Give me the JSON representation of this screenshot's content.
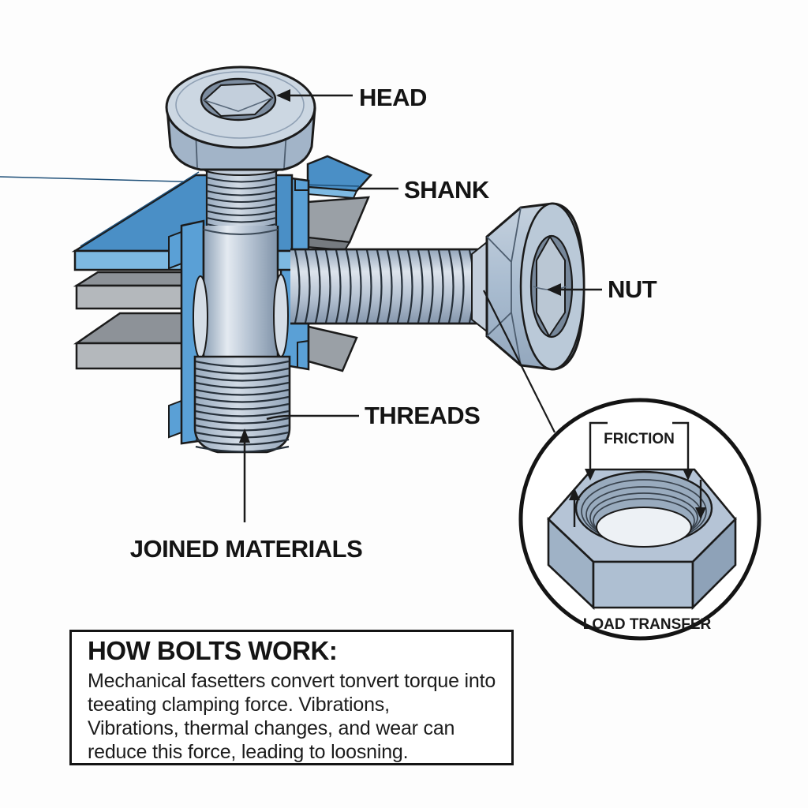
{
  "diagram": {
    "labels": {
      "head": "HEAD",
      "shank": "SHANK",
      "nut": "NUT",
      "threads": "THREADS",
      "joined_materials": "JOINED MATERIALS"
    },
    "inset": {
      "friction": "FRICTION",
      "load_transfer": "LOAD TRANSFER"
    }
  },
  "info_box": {
    "title": "HOW BOLTS WORK:",
    "lines": [
      "Mechanical fasetters convert tonvert torque into",
      "teeating clamping force. Vibrations,",
      "Vibrations, thermal changes, and wear can",
      "reduce this force, leading to loosning."
    ]
  },
  "colors": {
    "plate_blue": "#4a8fc6",
    "plate_blue_light": "#7db9e2",
    "bracket_blue": "#5aa0d6",
    "plate_gray_top": "#8d9298",
    "plate_gray_front": "#b4b8bc",
    "metal_light": "#c9d4e0",
    "metal_mid": "#a9bcd0",
    "metal_dark": "#8396ab",
    "outline": "#1b1b1b",
    "background": "#fdfdfd"
  }
}
